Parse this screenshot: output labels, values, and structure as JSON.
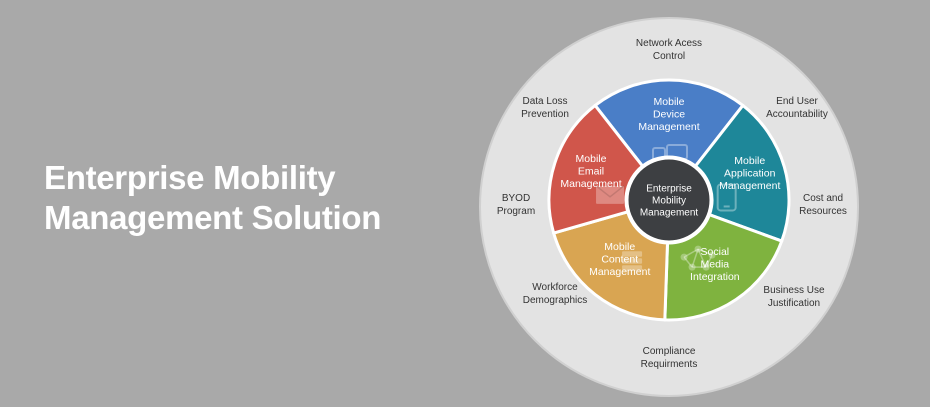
{
  "headline": {
    "line1": "Enterprise Mobility",
    "line2": "Management Solution"
  },
  "colors": {
    "background": "#a9a9a9",
    "outer_ring": "#e3e3e3",
    "outer_ring_stroke": "#d0d0d0",
    "center": "#3d3f42"
  },
  "center": {
    "lines": [
      "Enterprise",
      "Mobility",
      "Management"
    ]
  },
  "segments": [
    {
      "id": "mobile-device-management",
      "lines": [
        "Mobile",
        "Device",
        "Management"
      ],
      "color": "#4a7ec7",
      "icon": "devices-icon"
    },
    {
      "id": "mobile-application-management",
      "lines": [
        "Mobile",
        "Application",
        "Management"
      ],
      "color": "#1e8799",
      "icon": "tablet-icon"
    },
    {
      "id": "social-media-integration",
      "lines": [
        "Social",
        "Media",
        "Integration"
      ],
      "color": "#7fb33f",
      "icon": "network-icon"
    },
    {
      "id": "mobile-content-management",
      "lines": [
        "Mobile",
        "Content",
        "Management"
      ],
      "color": "#d9a552",
      "icon": "database-icon"
    },
    {
      "id": "mobile-email-management",
      "lines": [
        "Mobile",
        "Email",
        "Management"
      ],
      "color": "#d0564b",
      "icon": "envelope-icon"
    }
  ],
  "outer_labels": [
    {
      "id": "network-access-control",
      "lines": [
        "Network Acess",
        "Control"
      ]
    },
    {
      "id": "end-user-accountability",
      "lines": [
        "End User",
        "Accountability"
      ]
    },
    {
      "id": "cost-and-resources",
      "lines": [
        "Cost and",
        "Resources"
      ]
    },
    {
      "id": "business-use-justification",
      "lines": [
        "Business Use",
        "Justification"
      ]
    },
    {
      "id": "compliance-requirments",
      "lines": [
        "Compliance",
        "Requirments"
      ]
    },
    {
      "id": "workforce-demographics",
      "lines": [
        "Workforce",
        "Demographics"
      ]
    },
    {
      "id": "byod-program",
      "lines": [
        "BYOD",
        "Program"
      ]
    },
    {
      "id": "data-loss-prevention",
      "lines": [
        "Data Loss",
        "Prevention"
      ]
    }
  ]
}
